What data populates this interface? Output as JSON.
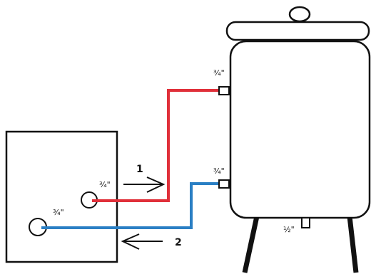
{
  "labels": {
    "heater_upper_size": "¾\"",
    "heater_lower_size": "¾\"",
    "tank_upper_size": "¾\"",
    "tank_lower_size": "¾\"",
    "tank_drain_size": "½\"",
    "flow_out_number": "1",
    "flow_return_number": "2"
  },
  "colors": {
    "supply_line": "#e0303a",
    "return_line": "#2a7fc4",
    "outline": "#111111"
  }
}
